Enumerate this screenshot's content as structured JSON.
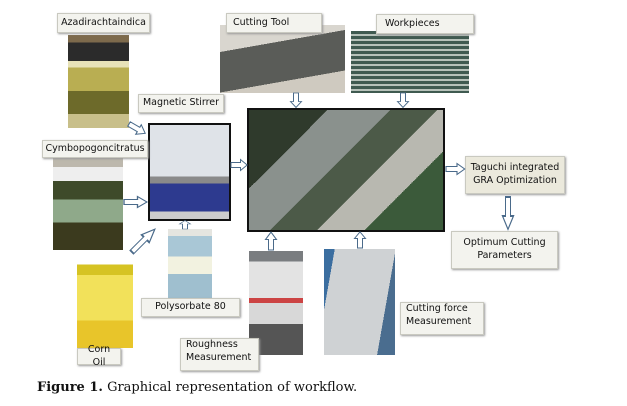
{
  "labels": {
    "azadirachta": "Azadirachtaindica",
    "cutting_tool": "Cutting Tool",
    "workpieces": "Workpieces",
    "magnetic_stirrer": "Magnetic Stirrer",
    "cymbopogon": "Cymbopogoncitratus",
    "taguchi_line1": "Taguchi integrated",
    "taguchi_line2": "GRA Optimization",
    "optimum_line1": "Optimum Cutting",
    "optimum_line2": "Parameters",
    "polysorbate": "Polysorbate 80",
    "corn_oil": "Corn Oil",
    "roughness_line1": "Roughness",
    "roughness_line2": "Measurement",
    "force_line1": "Cutting force",
    "force_line2": "Measurement"
  },
  "caption": {
    "prefix": "Figure 1.",
    "text": " Graphical representation of workflow."
  }
}
